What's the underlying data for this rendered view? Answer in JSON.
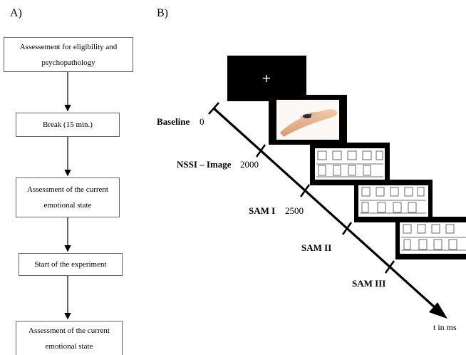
{
  "panels": {
    "a": "A)",
    "b": "B)"
  },
  "flow": {
    "steps": [
      {
        "line1": "Assessement for eligibility and",
        "line2": "psychopathology"
      },
      {
        "line1": "Break (15 min.)",
        "line2": ""
      },
      {
        "line1": "Assessment of the current",
        "line2": "emotional state"
      },
      {
        "line1": "Start of the experiment",
        "line2": ""
      },
      {
        "line1": "Assessment of the current",
        "line2": "emotional state"
      }
    ]
  },
  "timeline": {
    "events": [
      {
        "name": "Baseline",
        "time": "0"
      },
      {
        "name": "NSSI – Image",
        "time": "2000"
      },
      {
        "name": "SAM I",
        "time": "2500"
      },
      {
        "name": "SAM II",
        "time": ""
      },
      {
        "name": "SAM III",
        "time": ""
      }
    ],
    "axis_label": "t in ms",
    "fixation_symbol": "+"
  }
}
